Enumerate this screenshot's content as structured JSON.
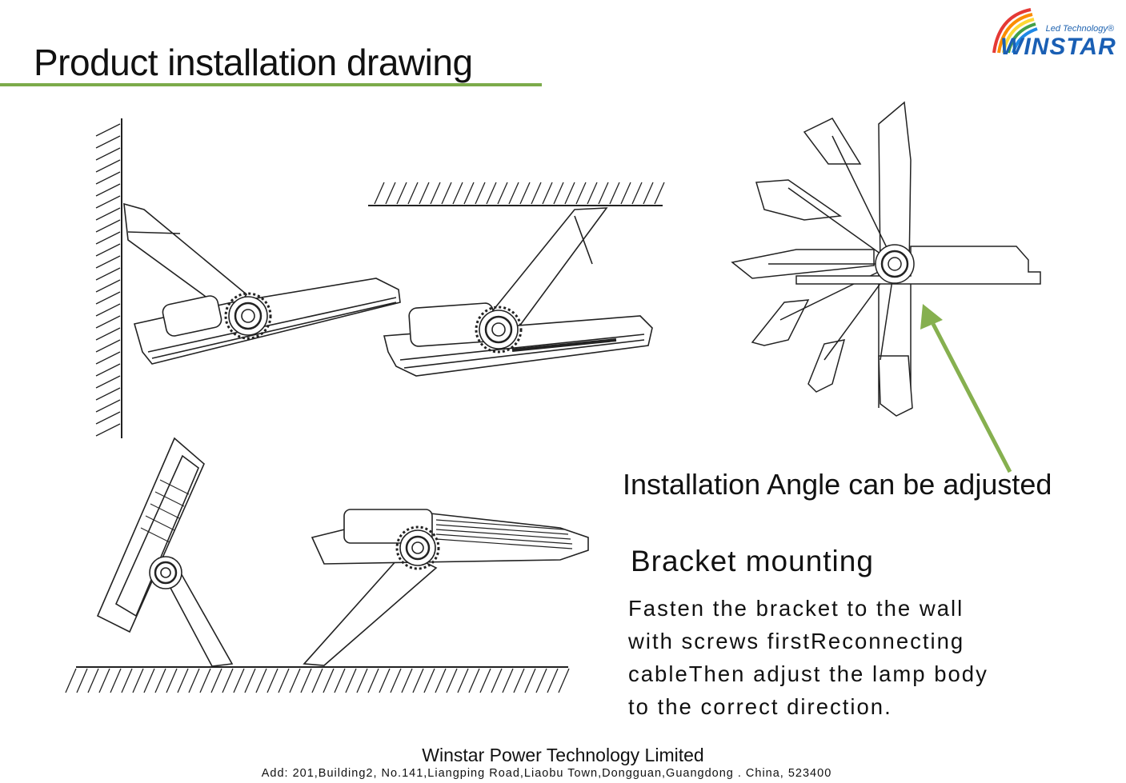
{
  "header": {
    "title": "Product installation drawing",
    "accent_color": "#7cab4a"
  },
  "logo": {
    "tagline": "Led Technology®",
    "wordmark": "WINSTAR",
    "color": "#1a5fb4"
  },
  "angle_caption": "Installation Angle can be adjusted",
  "bracket": {
    "title": "Bracket mounting",
    "lines": [
      "Fasten the bracket to the wall",
      "with screws firstReconnecting",
      "cableThen adjust the lamp body",
      "to the correct direction."
    ]
  },
  "footer": {
    "company": "Winstar Power Technology Limited",
    "address": "Add:  201,Building2, No.141,Liangping Road,Liaobu Town,Dongguan,Guangdong . China, 523400"
  },
  "arrow_color": "#86b04f"
}
